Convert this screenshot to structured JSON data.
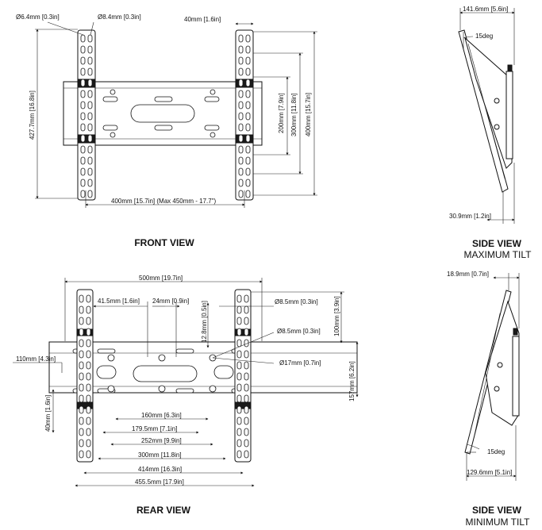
{
  "front": {
    "caption": "FRONT VIEW",
    "hole_small": "Ø6.4mm [0.3in]",
    "hole_large": "Ø8.4mm [0.3in]",
    "arm_width": "40mm [1.6in]",
    "dim_200": "200mm [7.9in]",
    "dim_300": "300mm [11.8in]",
    "dim_400v": "400mm [15.7in]",
    "dim_427": "427.7mm [16.8in]",
    "dim_400h": "400mm [15.7in] (Max 450mm - 17.7\")"
  },
  "rear": {
    "caption": "REAR VIEW",
    "dim_500": "500mm [19.7in]",
    "dim_41": "41.5mm [1.6in]",
    "dim_24": "24mm [0.9in]",
    "dim_12": "12.8mm [0.5in]",
    "hole_a": "Ø8.5mm [0.3in]",
    "hole_b": "Ø8.5mm [0.3in]",
    "hole_c": "Ø17mm [0.7in]",
    "dim_100": "100mm [3.9in]",
    "dim_110": "110mm [4.3in]",
    "dim_157": "157mm [6.2in]",
    "dim_40": "40mm [1.6in]",
    "dim_160": "160mm [6.3in]",
    "dim_179": "179.5mm [7.1in]",
    "dim_252": "252mm [9.9in]",
    "dim_300": "300mm [11.8in]",
    "dim_414": "414mm [16.3in]",
    "dim_455": "455.5mm [17.9in]"
  },
  "side_max": {
    "caption": "SIDE VIEW",
    "subcaption": "MAXIMUM TILT",
    "dim_depth": "141.6mm [5.6in]",
    "angle": "15deg",
    "dim_wall": "30.9mm [1.2in]"
  },
  "side_min": {
    "caption": "SIDE VIEW",
    "subcaption": "MINIMUM TILT",
    "dim_top": "18.9mm [0.7in]",
    "angle": "15deg",
    "dim_bottom": "129.6mm [5.1in]"
  }
}
